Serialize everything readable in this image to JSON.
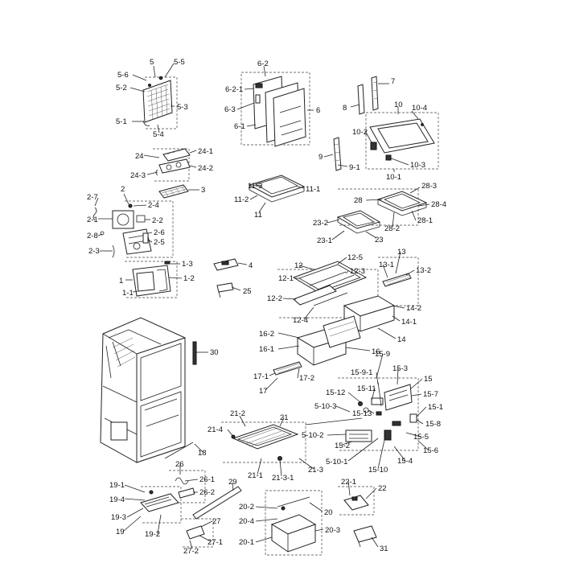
{
  "labels": [
    "5",
    "5-5",
    "5-6",
    "5-2",
    "5-3",
    "5-1",
    "5-4",
    "6-2",
    "6-2-1",
    "6-3",
    "6-1",
    "6",
    "7",
    "8",
    "10",
    "10-4",
    "10-2",
    "10-3",
    "10-1",
    "9",
    "9-1",
    "24",
    "24-1",
    "24-2",
    "24-3",
    "3",
    "2",
    "2-7",
    "2-4",
    "2-1",
    "2-2",
    "2-6",
    "2-8",
    "2-5",
    "2-3",
    "11-3",
    "11-1",
    "11-2",
    "11",
    "28-3",
    "28",
    "28-4",
    "28-1",
    "28-2",
    "23-2",
    "23-1",
    "23",
    "4",
    "25",
    "1-3",
    "1-2",
    "1",
    "1-1",
    "13",
    "13-1",
    "13-2",
    "12",
    "12-5",
    "12-1",
    "12-3",
    "12-2",
    "12-4",
    "14-2",
    "14-1",
    "14",
    "30",
    "16-2",
    "16-1",
    "16",
    "17-1",
    "17-2",
    "17",
    "15-9",
    "15-9-1",
    "15-3",
    "15",
    "15-11",
    "15-12",
    "15-7",
    "15-1",
    "5-10-3",
    "15-13",
    "15-8",
    "5-10-2",
    "15-2",
    "15-5",
    "15-6",
    "5-10-1",
    "15-4",
    "15-10",
    "21-2",
    "21",
    "21-4",
    "18",
    "21-1",
    "21-3-1",
    "21-3",
    "26",
    "26-1",
    "26-2",
    "29",
    "19-1",
    "19-4",
    "19-3",
    "19",
    "19-2",
    "27",
    "27-1",
    "27-2",
    "20-2",
    "20-4",
    "20",
    "20-3",
    "20-1",
    "22-1",
    "22",
    "31"
  ]
}
